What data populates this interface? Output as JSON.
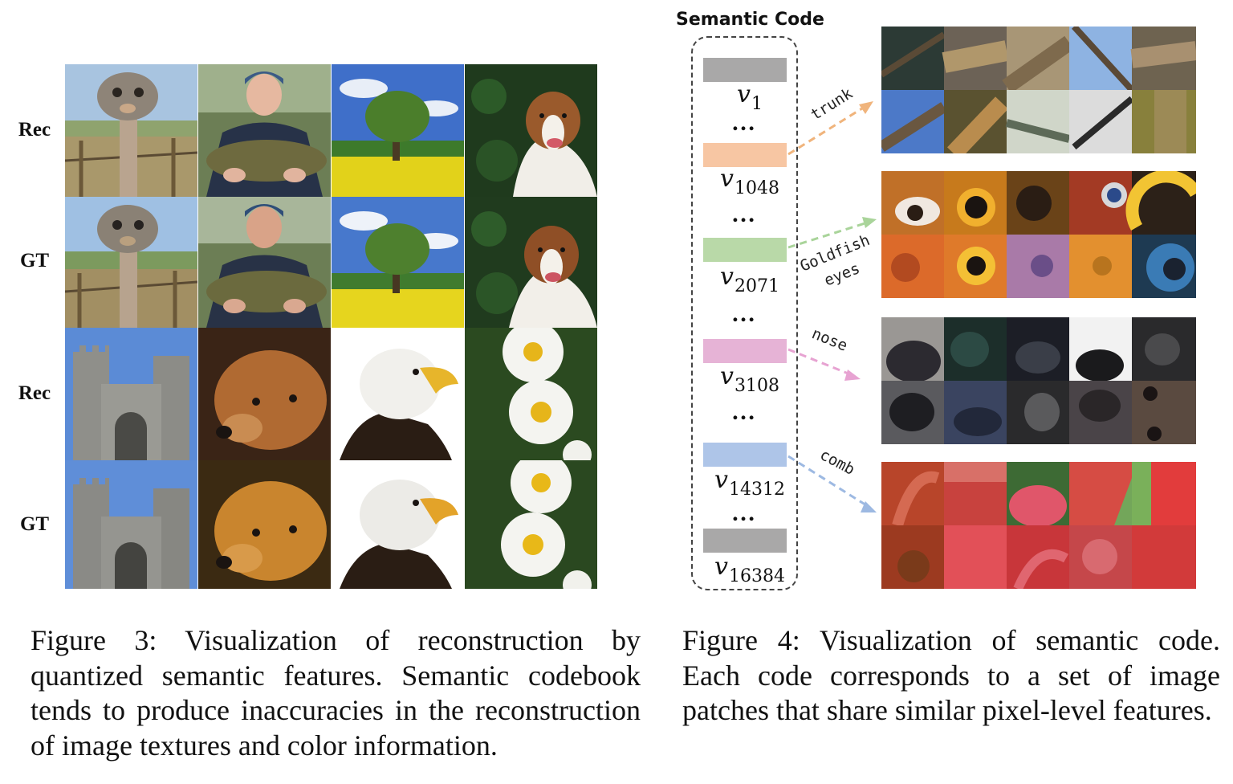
{
  "figure3": {
    "row_labels": [
      "Rec",
      "GT",
      "Rec",
      "GT"
    ],
    "caption": "Figure 3:  Visualization of reconstruction by quantized semantic features. Semantic codebook tends to produce inaccuracies in the reconstruction of image textures and color information."
  },
  "figure4": {
    "title": "Semantic Code",
    "codes": [
      {
        "symbol": "v",
        "index": "1",
        "color": "#a9a8a8"
      },
      {
        "symbol": "v",
        "index": "1048",
        "color": "#f7c6a3"
      },
      {
        "symbol": "v",
        "index": "2071",
        "color": "#b9d9a8"
      },
      {
        "symbol": "v",
        "index": "3108",
        "color": "#e6b3d6"
      },
      {
        "symbol": "v",
        "index": "14312",
        "color": "#aec5e8"
      },
      {
        "symbol": "v",
        "index": "16384",
        "color": "#a9a8a8"
      }
    ],
    "ellipsis": "…",
    "arrows": [
      {
        "label": "trunk",
        "color": "#f0b47c"
      },
      {
        "label_line1": "Goldfish",
        "label_line2": "eyes",
        "color": "#a9d49a"
      },
      {
        "label": "nose",
        "color": "#e7a3d2"
      },
      {
        "label": "comb",
        "color": "#9db9e2"
      }
    ],
    "caption": "Figure 4: Visualization of semantic code. Each code corresponds to a set of image patches that share similar pixel-level features."
  }
}
